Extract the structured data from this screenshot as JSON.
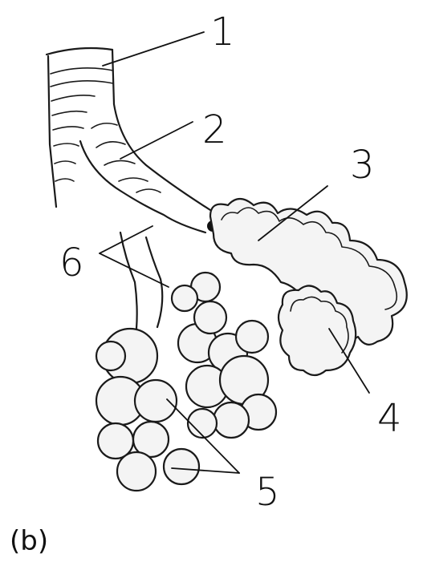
{
  "diagram": {
    "callouts": [
      {
        "id": "1",
        "label": "1"
      },
      {
        "id": "2",
        "label": "2"
      },
      {
        "id": "3",
        "label": "3"
      },
      {
        "id": "4",
        "label": "4"
      },
      {
        "id": "5",
        "label": "5"
      },
      {
        "id": "6",
        "label": "6"
      }
    ],
    "caption": "(b)",
    "stipple_color": "#2a2a2a",
    "ink_color": "#1a1a1a"
  }
}
